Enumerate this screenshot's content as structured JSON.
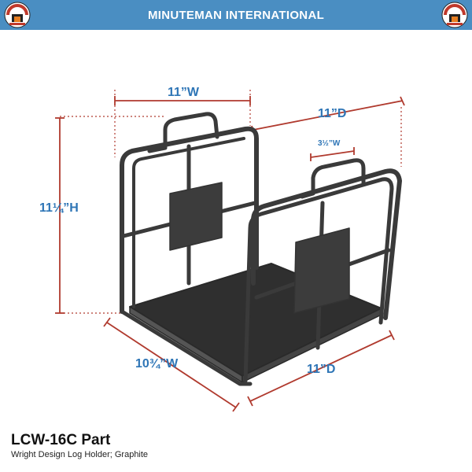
{
  "header": {
    "brand": "MINUTEMAN INTERNATIONAL",
    "background_color": "#4a8ec2",
    "logo_icon": "minuteman-fireplace-logo"
  },
  "dimensions": {
    "top_width": "11”W",
    "top_depth": "11”D",
    "handle_width": "3½”W",
    "height": "11¼”H",
    "base_width": "10¾”W",
    "base_depth": "11”D",
    "label_color": "#2e75b6",
    "line_color": "#b03a2e"
  },
  "product": {
    "part_number": "LCW-16C Part",
    "description": "Wright Design Log Holder; Graphite",
    "finish_color": "#3a3a3a"
  }
}
